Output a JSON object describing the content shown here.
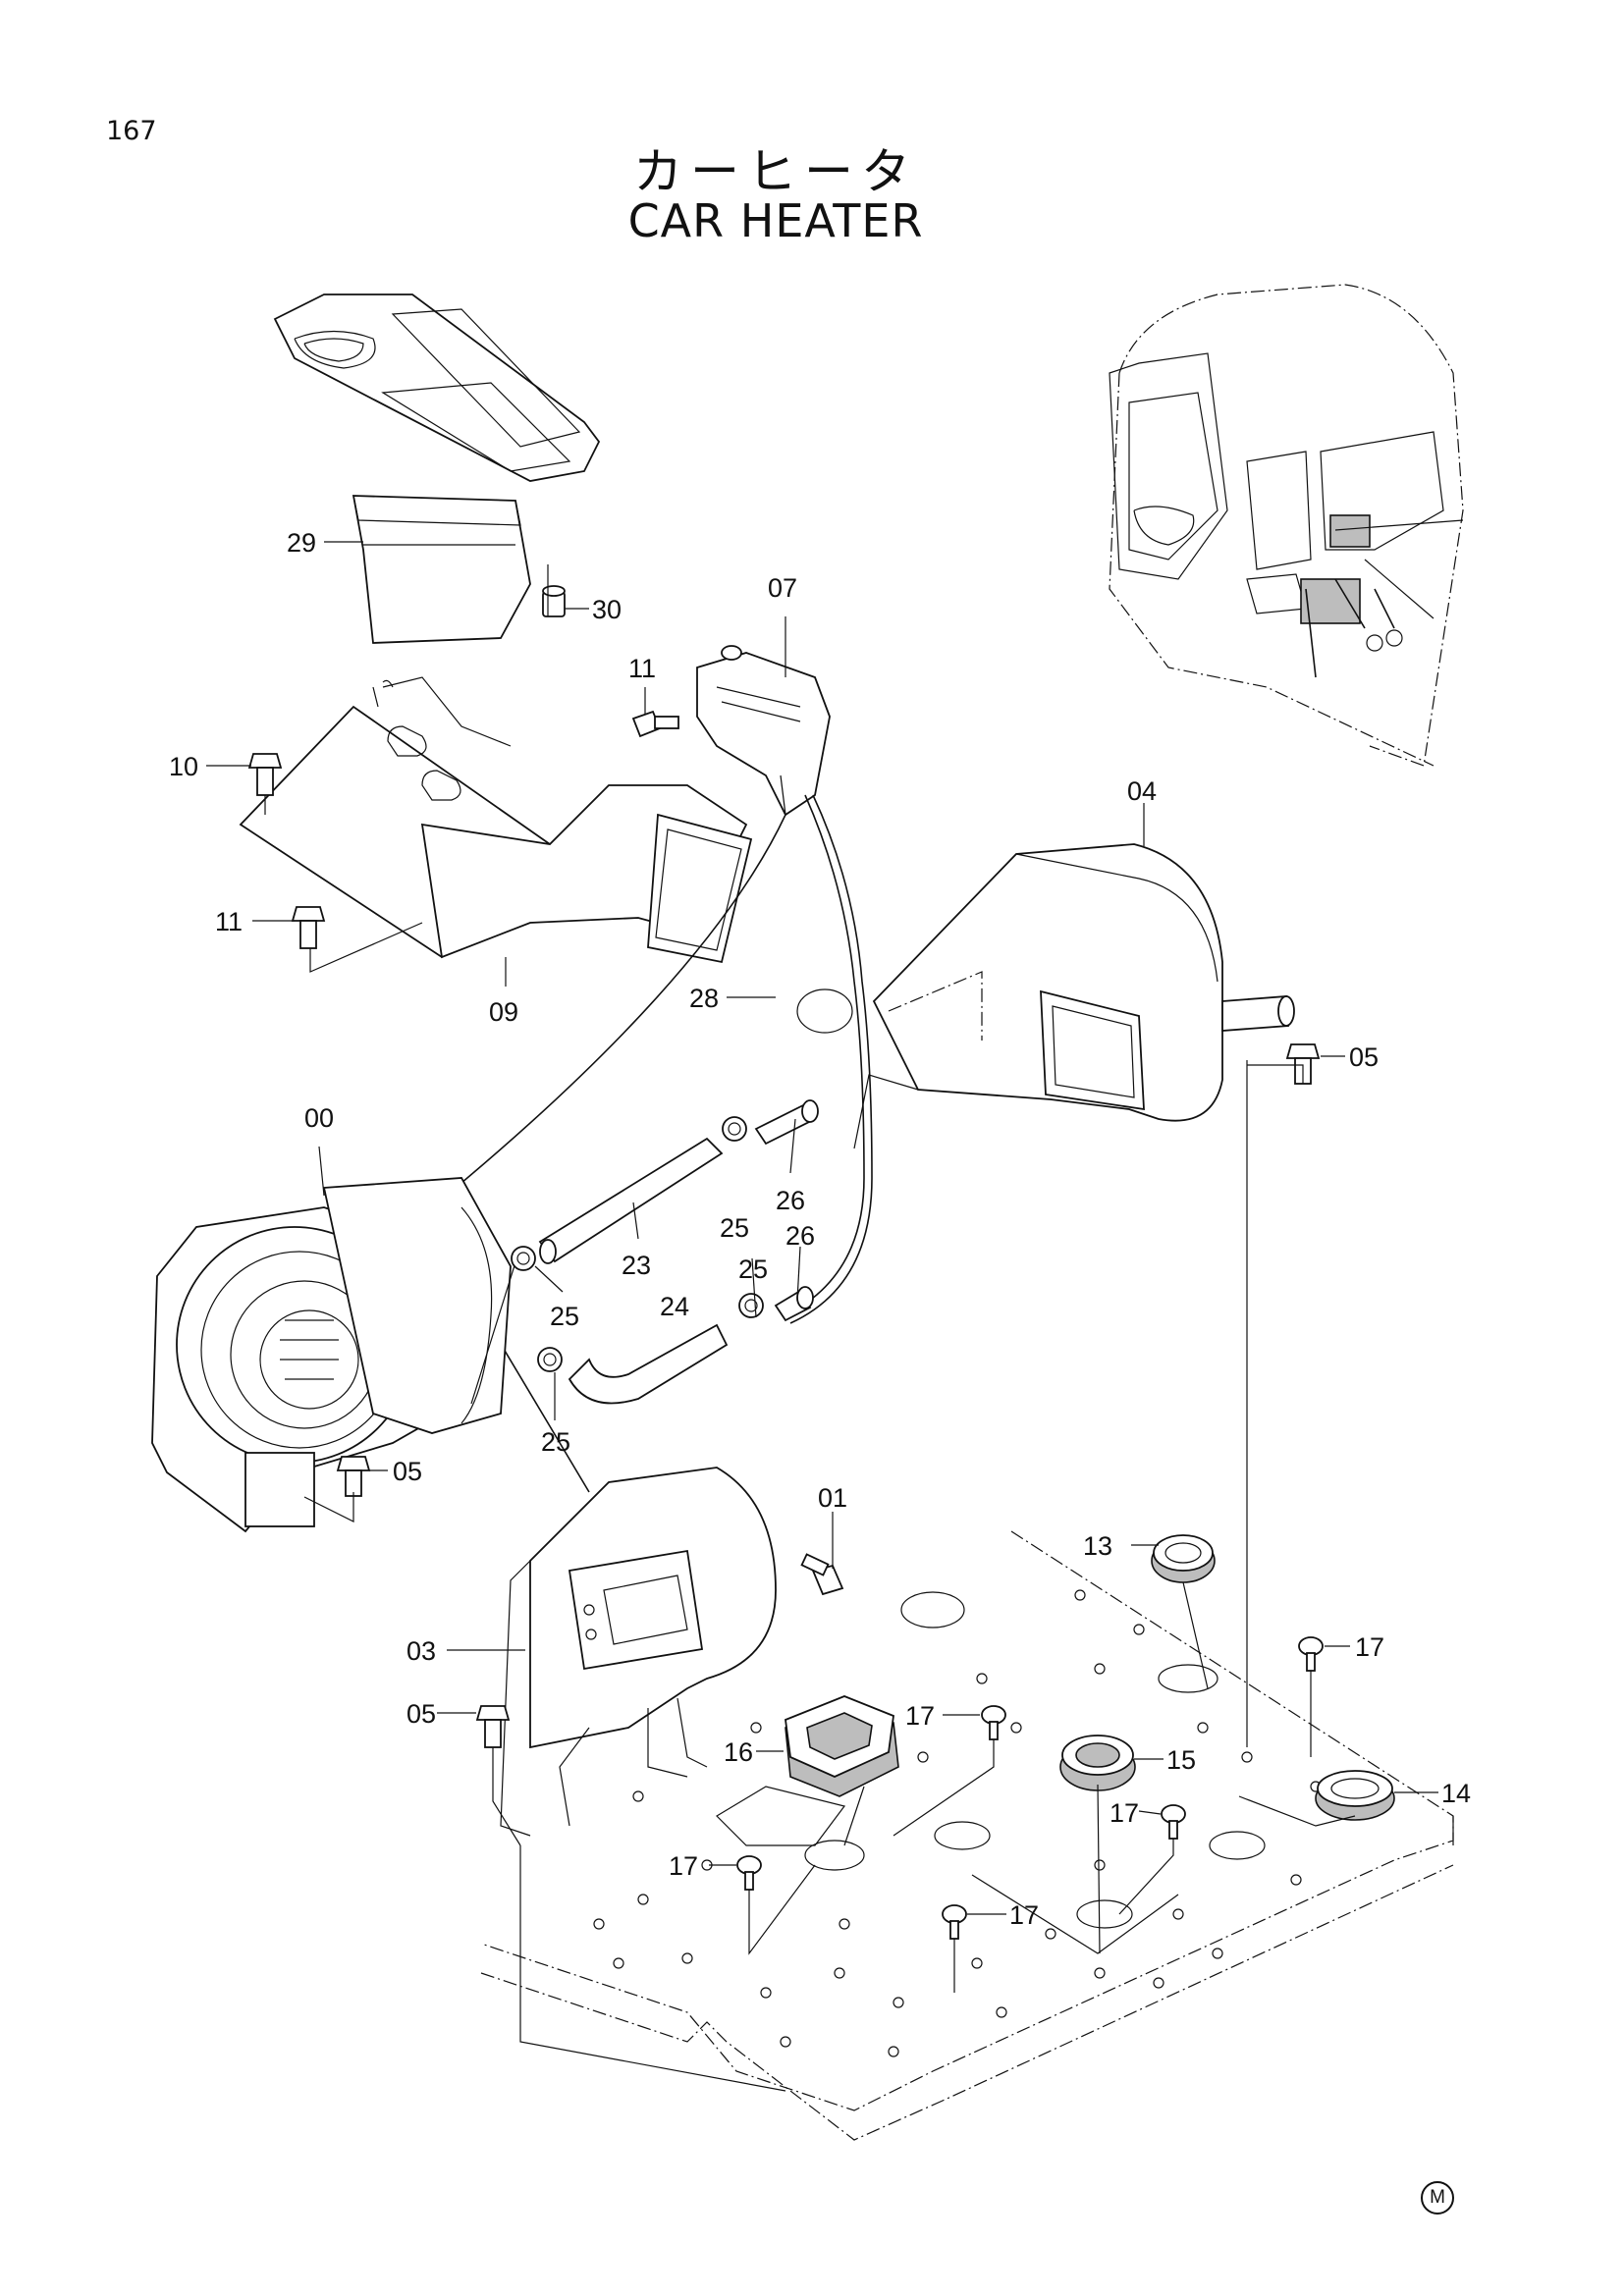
{
  "page": {
    "number": "167",
    "title_ja": "カーヒータ",
    "title_en": "CAR HEATER",
    "mark": "M"
  },
  "callouts": [
    {
      "id": "c29",
      "text": "29"
    },
    {
      "id": "c30",
      "text": "30"
    },
    {
      "id": "c07",
      "text": "07"
    },
    {
      "id": "c11a",
      "text": "11"
    },
    {
      "id": "c10",
      "text": "10"
    },
    {
      "id": "c11b",
      "text": "11"
    },
    {
      "id": "c09",
      "text": "09"
    },
    {
      "id": "c04",
      "text": "04"
    },
    {
      "id": "c28",
      "text": "28"
    },
    {
      "id": "c05a",
      "text": "05"
    },
    {
      "id": "c00",
      "text": "00"
    },
    {
      "id": "c25a",
      "text": "25"
    },
    {
      "id": "c26a",
      "text": "26"
    },
    {
      "id": "c23",
      "text": "23"
    },
    {
      "id": "c25b",
      "text": "25"
    },
    {
      "id": "c26b",
      "text": "26"
    },
    {
      "id": "c25c",
      "text": "25"
    },
    {
      "id": "c24",
      "text": "24"
    },
    {
      "id": "c25d",
      "text": "25"
    },
    {
      "id": "c05b",
      "text": "05"
    },
    {
      "id": "c01",
      "text": "01"
    },
    {
      "id": "c13",
      "text": "13"
    },
    {
      "id": "c03",
      "text": "03"
    },
    {
      "id": "c17a",
      "text": "17"
    },
    {
      "id": "c05c",
      "text": "05"
    },
    {
      "id": "c17b",
      "text": "17"
    },
    {
      "id": "c16",
      "text": "16"
    },
    {
      "id": "c15",
      "text": "15"
    },
    {
      "id": "c14",
      "text": "14"
    },
    {
      "id": "c17c",
      "text": "17"
    },
    {
      "id": "c17d",
      "text": "17"
    },
    {
      "id": "c17e",
      "text": "17"
    }
  ]
}
